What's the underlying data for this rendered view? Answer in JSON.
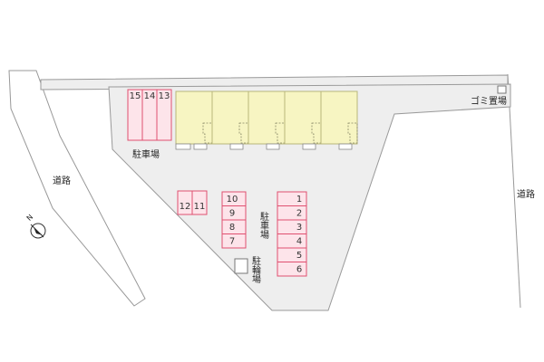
{
  "labels": {
    "road_left": "道路",
    "road_right": "道路",
    "garbage": "ゴミ置場",
    "parking_top": "駐車場",
    "parking_mid": "駐車場",
    "bicycle": "駐輪場",
    "compass": "N"
  },
  "parking_top": [
    "15",
    "14",
    "13"
  ],
  "parking_small": [
    "12",
    "11"
  ],
  "parking_col_left": [
    "10",
    "9",
    "8",
    "7"
  ],
  "parking_col_right": [
    "1",
    "2",
    "3",
    "4",
    "5",
    "6"
  ],
  "units_count": 5,
  "colors": {
    "parking_border": "#e05070",
    "parking_fill": "#fde4ea",
    "building_fill": "#f7f5c2",
    "building_border": "#b8b67a",
    "site_fill": "#eeeeee",
    "site_border": "#999999"
  }
}
